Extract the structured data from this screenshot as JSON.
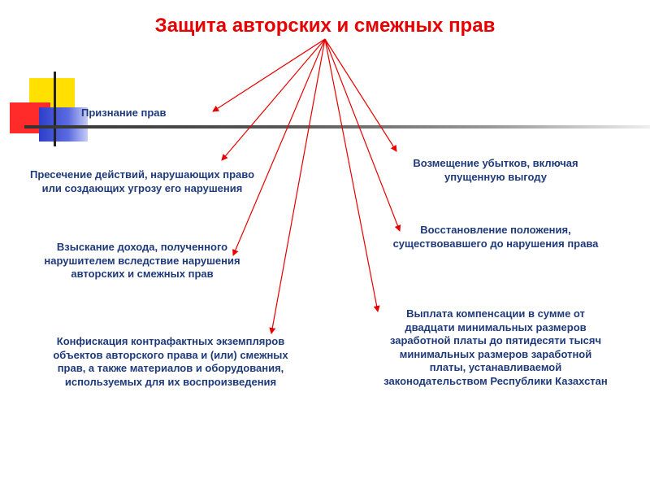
{
  "title": "Защита авторских и смежных прав",
  "colors": {
    "title": "#e60000",
    "text": "#1f3a7a",
    "arrows": "#e60000",
    "deco_yellow": "#ffe000",
    "deco_red": "#ff2a2a",
    "deco_blue": "#2d3fc9"
  },
  "items": {
    "recognition": "Признание прав",
    "suppression": "Пресечение действий, нарушающих право или создающих угрозу его нарушения",
    "income": "Взыскание дохода, полученного нарушителем вследствие нарушения авторских и смежных прав",
    "confiscation": "Конфискация контрафактных экземпляров объектов авторского права и (или) смежных прав, а также материалов и оборудования, используемых для их воспроизведения",
    "damages": "Возмещение убытков, включая упущенную выгоду",
    "restoration": "Восстановление положения, существовавшего до нарушения права",
    "compensation": "Выплата компенсации в сумме от двадцати минимальных размеров заработной платы до пятидесяти тысяч минимальных размеров заработной платы, устанавливаемой законодательством Республики Казахстан"
  }
}
